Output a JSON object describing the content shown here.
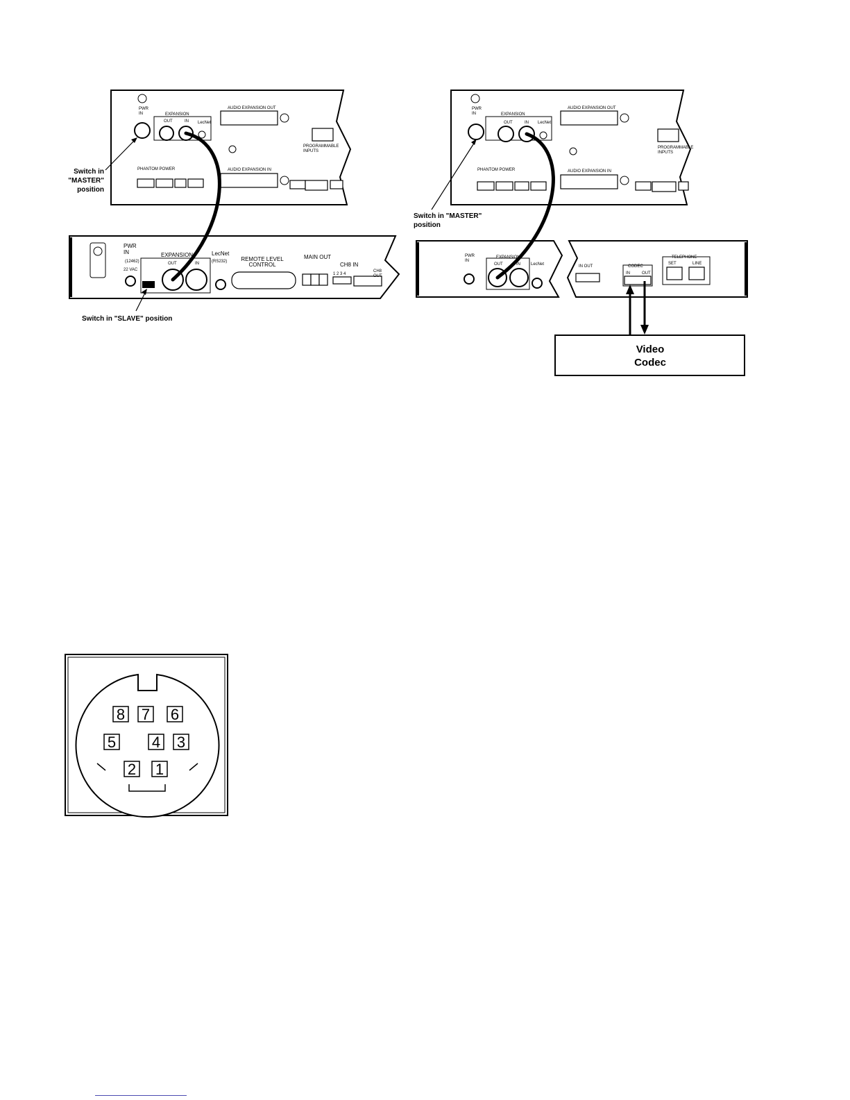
{
  "left_diagram": {
    "master_unit": {
      "pwr_in": "PWR\nIN",
      "expansion": "EXPANSION",
      "out": "OUT",
      "in": "IN",
      "lecnet": "LecNet",
      "audio_expansion_out": "AUDIO EXPANSION OUT",
      "audio_expansion_in": "AUDIO EXPANSION IN",
      "phantom_power": "PHANTOM POWER",
      "programmable_inputs": "PROGRAMMABLE\nINPUTS"
    },
    "slave_unit": {
      "pwr_in": "PWR\nIN",
      "pwr_sub": "(12462)",
      "vac": "22 VAC",
      "expansion": "EXPANSION",
      "out": "OUT",
      "in": "IN",
      "lecnet": "LecNet",
      "lecnet_sub": "(RS232)",
      "remote_level_control": "REMOTE LEVEL\nCONTROL",
      "main_out": "MAIN OUT",
      "ch8_in": "CH8 IN",
      "ch8_pins": "1 2 3 4",
      "ch8_out": "CH8\nOUT"
    },
    "callout_master": "Switch in\n\"MASTER\"\nposition",
    "callout_slave": "Switch in \"SLAVE\" position"
  },
  "right_diagram": {
    "master_unit": {
      "pwr_in": "PWR\nIN",
      "expansion": "EXPANSION",
      "out": "OUT",
      "in": "IN",
      "lecnet": "LecNet",
      "audio_expansion_out": "AUDIO EXPANSION OUT",
      "audio_expansion_in": "AUDIO EXPANSION IN",
      "phantom_power": "PHANTOM POWER",
      "programmable_inputs": "PROGRAMMABLE\nINPUTS"
    },
    "second_unit": {
      "pwr_in": "PWR\nIN",
      "expansion": "EXPANSION",
      "out": "OUT",
      "in": "IN",
      "lecnet": "LecNet",
      "ch_in_out": "IN   OUT",
      "codec": "CODEC",
      "codec_in": "IN",
      "codec_out": "OUT",
      "telephone": "TELEPHONE",
      "tel_set": "SET",
      "tel_line": "LINE"
    },
    "callout_master": "Switch in \"MASTER\"\nposition",
    "video_codec": "Video\nCodec"
  },
  "connector": {
    "pins": [
      "8",
      "7",
      "6",
      "5",
      "4",
      "3",
      "2",
      "1"
    ]
  }
}
